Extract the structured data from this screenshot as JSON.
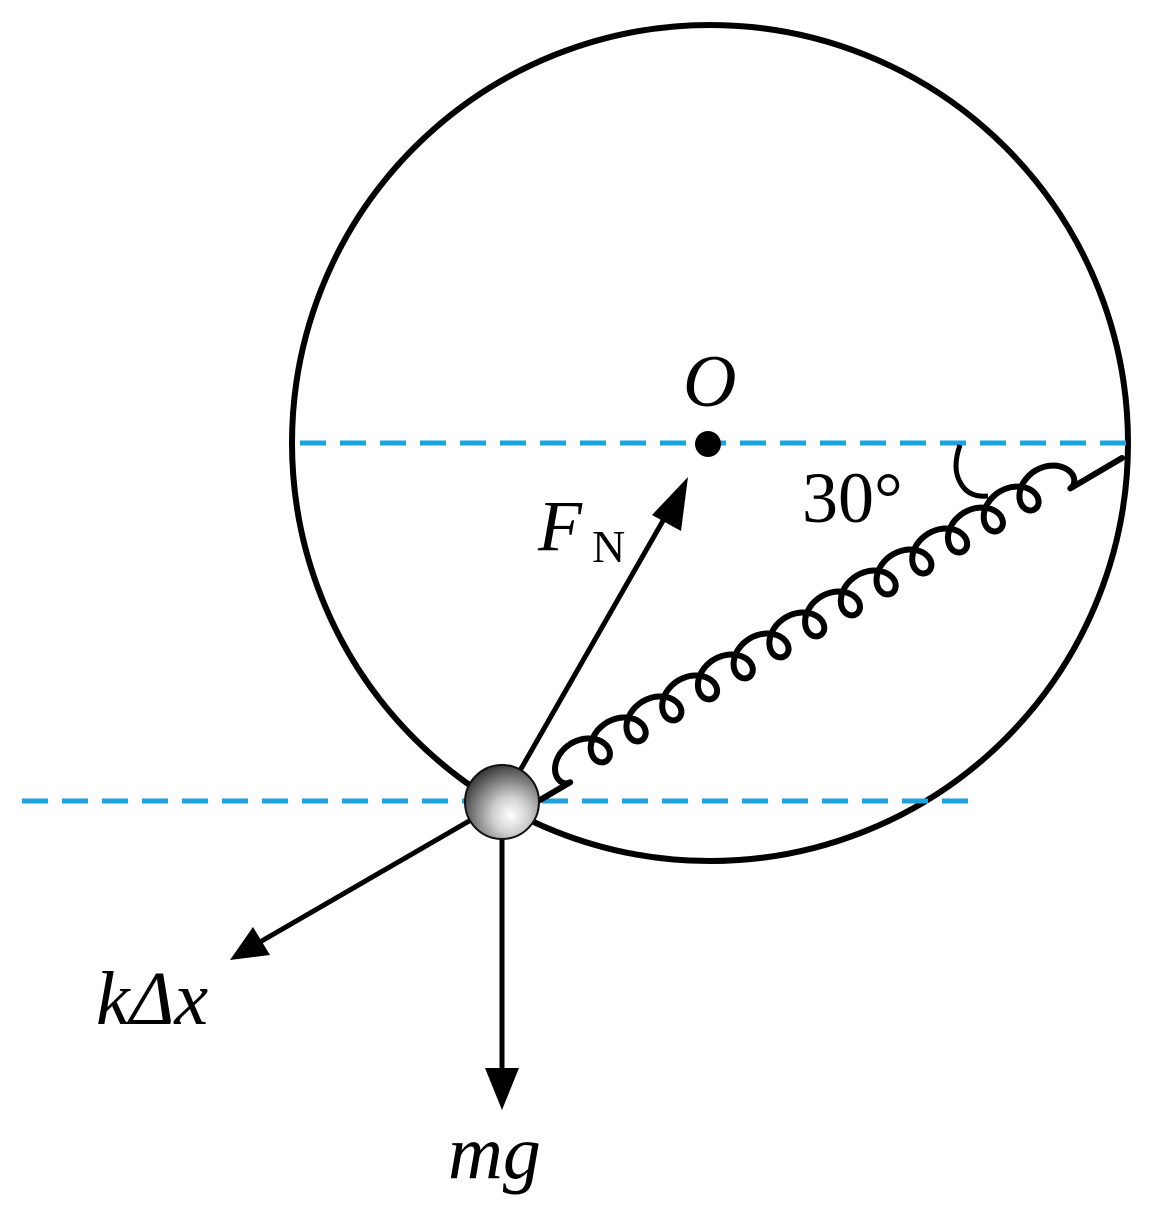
{
  "labels": {
    "center": "O",
    "normal_force_main": "F",
    "normal_force_sub": "N",
    "angle": "30°",
    "spring_force": "kΔx",
    "weight": "mg"
  },
  "colors": {
    "ink": "#000000",
    "dashed_line": "#1aa3e0",
    "ball_light": "#ffffff",
    "ball_dark": "#3a3a3a"
  },
  "angle_degrees": 30
}
